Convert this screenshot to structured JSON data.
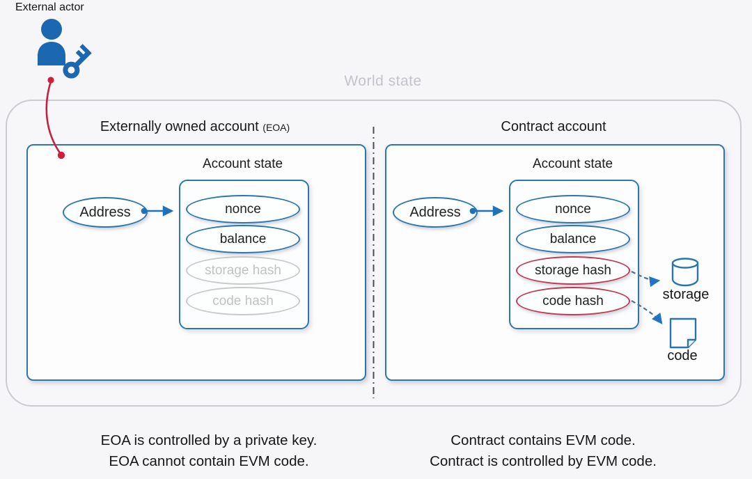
{
  "external_actor": {
    "label": "External actor"
  },
  "world_state": {
    "title": "World state"
  },
  "eoa": {
    "heading": "Externally owned account",
    "heading_suffix": "(EOA)",
    "account_state_title": "Account state",
    "address_label": "Address",
    "fields": [
      {
        "label": "nonce",
        "style": "active-blue"
      },
      {
        "label": "balance",
        "style": "active-blue"
      },
      {
        "label": "storage hash",
        "style": "inactive-gray"
      },
      {
        "label": "code hash",
        "style": "inactive-gray"
      }
    ],
    "captions": [
      "EOA is controlled by a private key.",
      "EOA cannot contain EVM code."
    ]
  },
  "contract": {
    "heading": "Contract account",
    "account_state_title": "Account state",
    "address_label": "Address",
    "fields": [
      {
        "label": "nonce",
        "style": "active-blue"
      },
      {
        "label": "balance",
        "style": "active-blue"
      },
      {
        "label": "storage hash",
        "style": "highlight-red"
      },
      {
        "label": "code hash",
        "style": "highlight-red"
      }
    ],
    "external_refs": [
      {
        "label": "storage",
        "icon": "database-cylinder-icon"
      },
      {
        "label": "code",
        "icon": "document-icon"
      }
    ],
    "captions": [
      "Contract contains EVM code.",
      "Contract is controlled by EVM code."
    ]
  },
  "colors": {
    "background": "#f6f6f8",
    "world_border_gray": "#cbcbd2",
    "world_title_gray": "#c3c3cb",
    "accent_blue": "#2d76ab",
    "arrow_blue": "#1f72b8",
    "icon_blue": "#1b67b0",
    "highlight_red": "#c23a52",
    "connector_red": "#c6203f",
    "inactive_gray": "#c9c9c9",
    "dashed_connector": "#4a7396"
  }
}
